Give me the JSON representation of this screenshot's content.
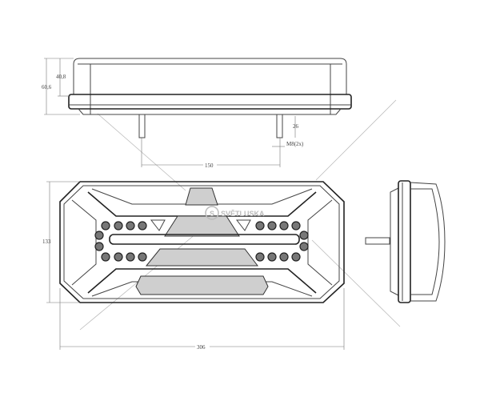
{
  "drawing": {
    "top_view": {
      "dim_total_height": "60,6",
      "dim_body_height": "40,8",
      "dim_stud_length": "26",
      "dim_thread": "M8(2x)",
      "dim_stud_spacing": "150"
    },
    "front_view": {
      "dim_height": "133",
      "dim_width": "306",
      "led_count_per_side": 10
    },
    "watermark": "SVĚTLUSKA",
    "watermark_logo_letter": "S"
  }
}
